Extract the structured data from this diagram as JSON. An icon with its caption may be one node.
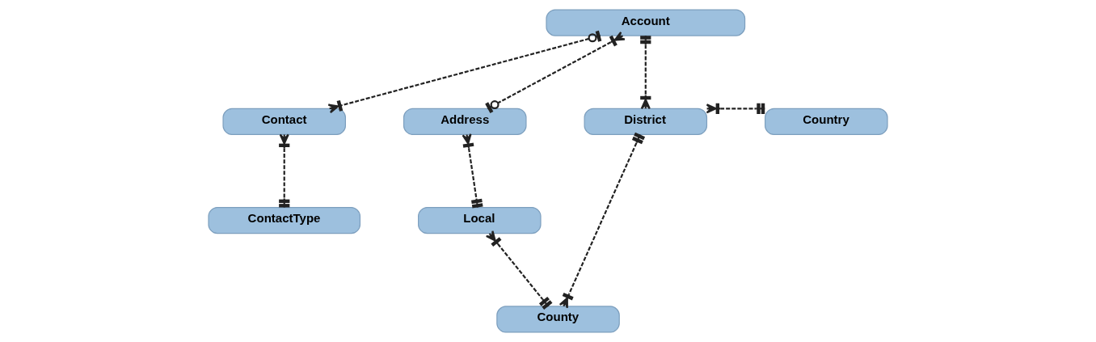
{
  "diagram": {
    "nodes": [
      {
        "text": [
          "Account"
        ]
      },
      {
        "text": [
          "District"
        ]
      },
      {
        "text": [
          "Country"
        ]
      },
      {
        "text": [
          "Contact"
        ]
      },
      {
        "text": [
          "Address"
        ]
      },
      {
        "text": [
          "ContactType"
        ]
      },
      {
        "text": [
          "Local"
        ]
      },
      {
        "text": [
          "County"
        ]
      }
    ],
    "edges": [
      {
        "from": 0,
        "to": 3,
        "arrow": "other",
        "style": "dashed"
      },
      {
        "from": 0,
        "to": 4,
        "arrow": "other",
        "style": "dashed"
      },
      {
        "from": 0,
        "to": 1,
        "arrow": "other",
        "style": "dashed"
      },
      {
        "from": 3,
        "to": 5,
        "arrow": "other",
        "style": "dashed"
      },
      {
        "from": 4,
        "to": 6,
        "arrow": "other",
        "style": "dashed"
      },
      {
        "from": 1,
        "to": 2,
        "arrow": "other",
        "style": "dashed"
      },
      {
        "from": 1,
        "to": 7,
        "arrow": "other",
        "style": "dashed"
      },
      {
        "from": 6,
        "to": 7,
        "arrow": "other",
        "style": "dashed"
      }
    ]
  }
}
